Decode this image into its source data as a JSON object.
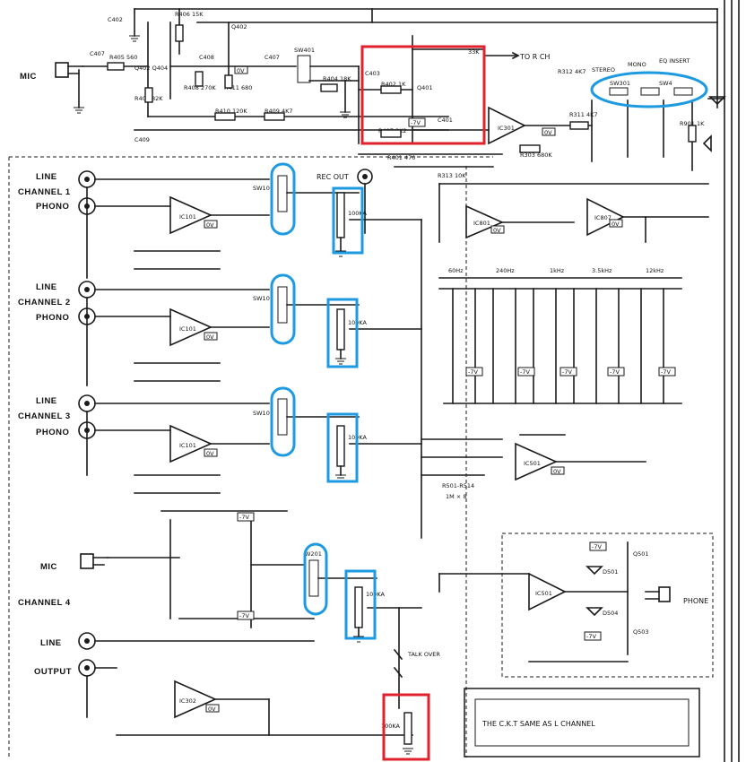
{
  "top_section": {
    "mic_label": "MIC",
    "stereo_label": "STEREO",
    "mono_label": "MONO",
    "eq_insert_label": "EQ INSERT",
    "to_r_ch_label": "TO R CH",
    "rec_out_label": "REC OUT",
    "sw301": "SW301",
    "sw4": "SW4",
    "sw401": "SW401",
    "ic301": "IC301",
    "q401": "Q401",
    "q402_q404": "Q402  Q404",
    "q402": "Q402",
    "r406": "R406 15K",
    "r405": "R405 560",
    "r403": "R403 82K",
    "r408": "R408 270K",
    "r410": "R410 120K",
    "r409": "R409 4K7",
    "r411": "R411 680",
    "r404": "R404 18K",
    "r402": "R402 1K",
    "r407": "R407 2K2",
    "r401": "R401 470",
    "r313": "R313 10K",
    "r312": "R312 4K7",
    "r311": "R311 4K7",
    "r901": "R901 1K",
    "r303": "R303 680K",
    "c401": "C401",
    "c402": "C402",
    "c403": "C403",
    "c407": "C407",
    "c408": "C408",
    "c409": "C409",
    "v_0v": "0V",
    "v_neg7v": "-7V",
    "r400_33k": "33K"
  },
  "channels": [
    {
      "line_label": "LINE",
      "channel_label": "CHANNEL  1",
      "phono_label": "PHONO",
      "ic": "IC101",
      "sw": "SW101",
      "vr": "100KA"
    },
    {
      "line_label": "LINE",
      "channel_label": "CHANNEL  2",
      "phono_label": "PHONO",
      "ic": "IC101",
      "sw": "SW101",
      "vr": "100KA"
    },
    {
      "line_label": "LINE",
      "channel_label": "CHANNEL  3",
      "phono_label": "PHONO",
      "ic": "IC101",
      "sw": "SW101",
      "vr": "100KA"
    }
  ],
  "mic_channel": {
    "mic_label": "MIC",
    "channel_label": "CHANNEL  4",
    "sw": "W201",
    "vr": "100KA",
    "talk_over": "TALK OVER"
  },
  "output_section": {
    "line_label": "LINE",
    "output_label": "OUTPUT",
    "ic": "IC302",
    "vr": "100KA"
  },
  "eq_section": {
    "ic801": "IC801",
    "ic807": "IC807",
    "bands": [
      "60Hz",
      "240Hz",
      "1kHz",
      "3.5kHz",
      "12kHz"
    ]
  },
  "mix_section": {
    "ic501": "IC501",
    "r501": "R501-R514",
    "r501_val": "1M × 8"
  },
  "phones_section": {
    "ic": "IC501",
    "label": "PHONE",
    "q501": "Q501",
    "q503": "Q503",
    "d501": "D501",
    "d504": "D504"
  },
  "note_box": {
    "text": "THE   C.K.T   SAME   AS   L   CHANNEL"
  },
  "highlights": {
    "blue_color": "#1e9be0",
    "red_color": "#e0222c"
  }
}
